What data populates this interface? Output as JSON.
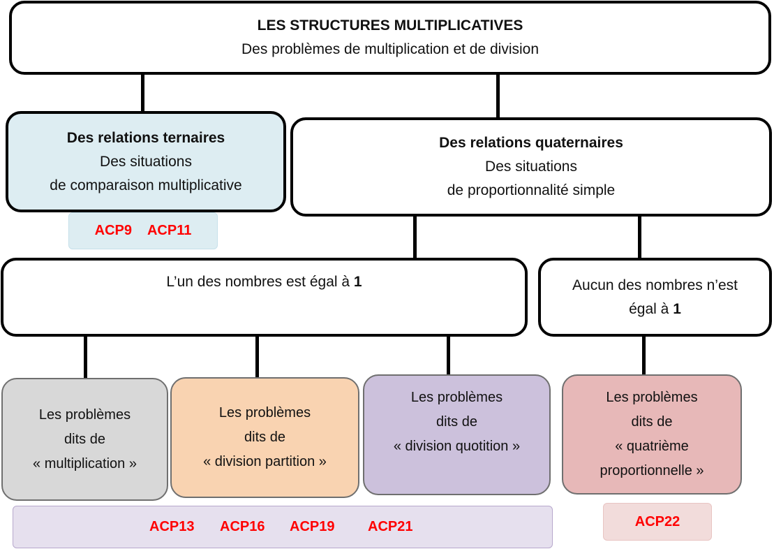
{
  "title_box": {
    "title": "LES STRUCTURES MULTIPLICATIVES",
    "subtitle": "Des problèmes de multiplication et de division"
  },
  "ternary_box": {
    "title": "Des relations ternaires",
    "line1": "Des situations",
    "line2": "de comparaison multiplicative",
    "fill": "#ddedf2"
  },
  "ternary_codes": [
    "ACP9",
    "ACP11"
  ],
  "quaternary_box": {
    "title": "Des relations quaternaires",
    "line1": "Des situations",
    "line2": "de proportionnalité simple"
  },
  "equal_one_box": {
    "text": "L’un des nombres est égal à ",
    "num": "1"
  },
  "none_one_box": {
    "line1": "Aucun des nombres n’est",
    "line2_text": "égal à ",
    "num": "1"
  },
  "problems": [
    {
      "line1": "Les problèmes",
      "line2": "dits de",
      "line3": "« multiplication »",
      "fill": "#d8d8d8"
    },
    {
      "line1": "Les problèmes",
      "line2": "dits de",
      "line3": "« division partition »",
      "fill": "#f9d3b1"
    },
    {
      "line1": "Les problèmes",
      "line2": "dits de",
      "line3": "« division quotition »",
      "fill": "#ccc1dc"
    },
    {
      "line1": "Les problèmes",
      "line2": "dits de",
      "line3": "« quatrième",
      "line4": "proportionnelle »",
      "fill": "#e7b8b8"
    }
  ],
  "bottom_codes": [
    "ACP13",
    "ACP16",
    "ACP19",
    "ACP21"
  ],
  "last_code": "ACP22",
  "colors": {
    "code_text": "#ff0000",
    "ternary_tag_bg": "#ddedf2",
    "bottom_tag_bg": "#e6e0ee",
    "last_tag_bg": "#f2dcdb"
  }
}
